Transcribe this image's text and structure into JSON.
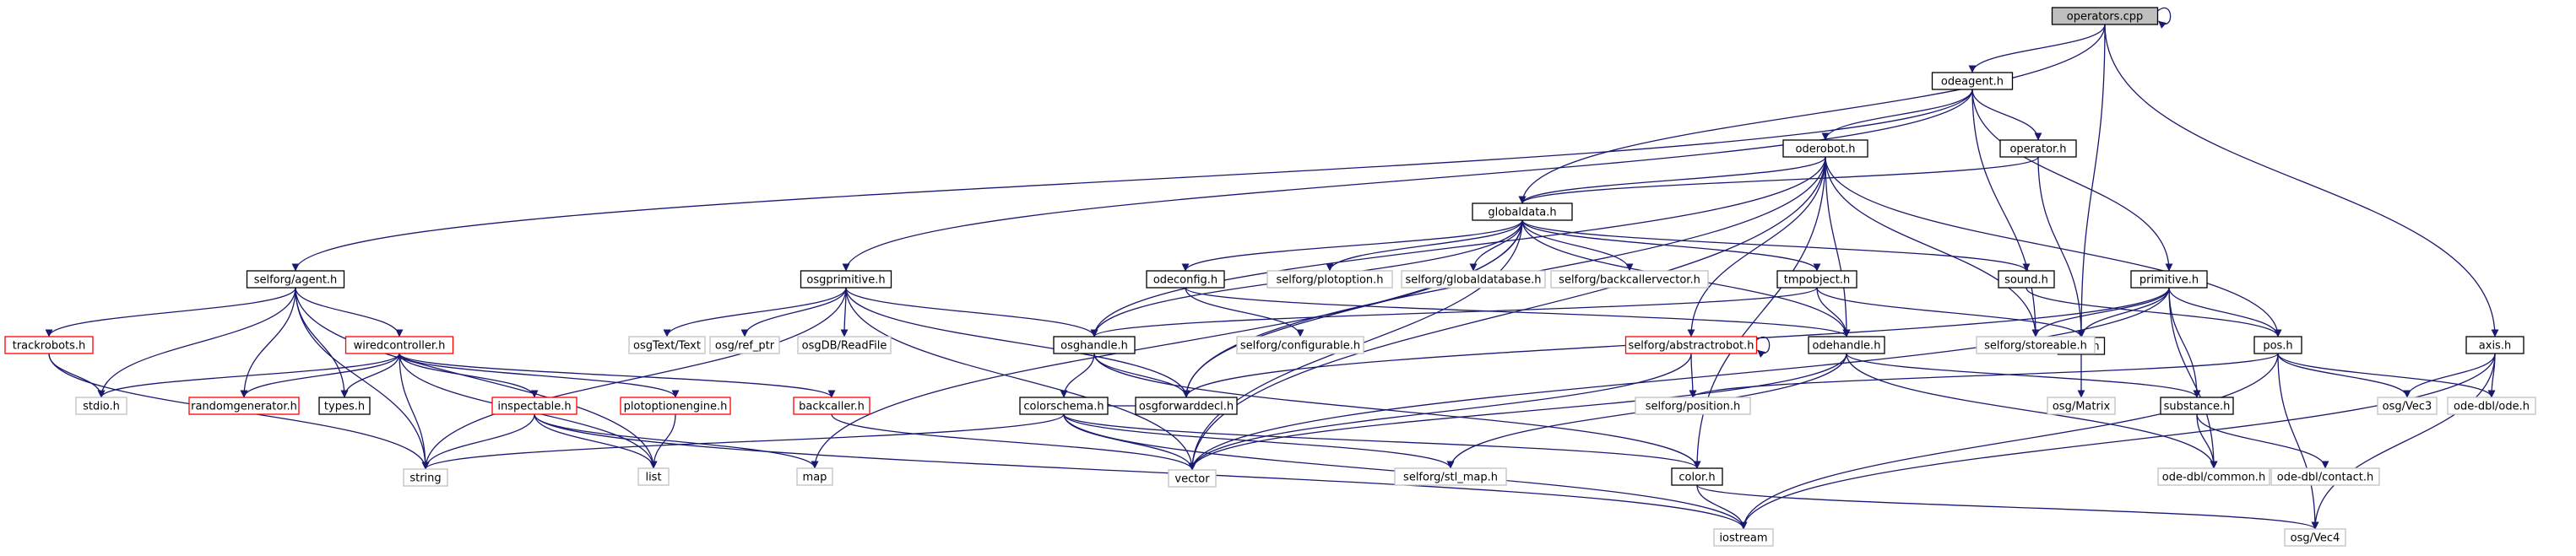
{
  "graph": {
    "nodes": [
      {
        "id": "operators_cpp",
        "label": "operators.cpp",
        "style": "root"
      },
      {
        "id": "odeagent_h",
        "label": "odeagent.h",
        "style": "black"
      },
      {
        "id": "axis_h",
        "label": "axis.h",
        "style": "black"
      },
      {
        "id": "pose_h",
        "label": "pose.h",
        "style": "black"
      },
      {
        "id": "globaldata_h",
        "label": "globaldata.h",
        "style": "black"
      },
      {
        "id": "selforg_agent_h",
        "label": "selforg/agent.h",
        "style": "black"
      },
      {
        "id": "osgprimitive_h",
        "label": "osgprimitive.h",
        "style": "black"
      },
      {
        "id": "oderobot_h",
        "label": "oderobot.h",
        "style": "black"
      },
      {
        "id": "operator_h",
        "label": "operator.h",
        "style": "black"
      },
      {
        "id": "primitive_h",
        "label": "primitive.h",
        "style": "black"
      },
      {
        "id": "selforg_storeable_h",
        "label": "selforg/storeable.h",
        "style": "gray"
      },
      {
        "id": "trackrobots_h",
        "label": "trackrobots.h",
        "style": "red"
      },
      {
        "id": "wiredcontroller_h",
        "label": "wiredcontroller.h",
        "style": "red"
      },
      {
        "id": "stdio_h",
        "label": "stdio.h",
        "style": "gray"
      },
      {
        "id": "randomgenerator_h",
        "label": "randomgenerator.h",
        "style": "red"
      },
      {
        "id": "types_h",
        "label": "types.h",
        "style": "black"
      },
      {
        "id": "string",
        "label": "string",
        "style": "gray"
      },
      {
        "id": "list",
        "label": "list",
        "style": "gray"
      },
      {
        "id": "inspectable_h",
        "label": "inspectable.h",
        "style": "red"
      },
      {
        "id": "plotoptionengine_h",
        "label": "plotoptionengine.h",
        "style": "red"
      },
      {
        "id": "backcaller_h",
        "label": "backcaller.h",
        "style": "red"
      },
      {
        "id": "map",
        "label": "map",
        "style": "gray"
      },
      {
        "id": "vector",
        "label": "vector",
        "style": "gray"
      },
      {
        "id": "iostream",
        "label": "iostream",
        "style": "gray"
      },
      {
        "id": "osgText_Text",
        "label": "osgText/Text",
        "style": "gray"
      },
      {
        "id": "osg_ref_ptr",
        "label": "osg/ref_ptr",
        "style": "gray"
      },
      {
        "id": "osgDB_ReadFile",
        "label": "osgDB/ReadFile",
        "style": "gray"
      },
      {
        "id": "osghandle_h",
        "label": "osghandle.h",
        "style": "black"
      },
      {
        "id": "osgforwarddecl_h",
        "label": "osgforwarddecl.h",
        "style": "black"
      },
      {
        "id": "colorschema_h",
        "label": "colorschema.h",
        "style": "black"
      },
      {
        "id": "color_h",
        "label": "color.h",
        "style": "black"
      },
      {
        "id": "odeconfig_h",
        "label": "odeconfig.h",
        "style": "black"
      },
      {
        "id": "selforg_plotoption_h",
        "label": "selforg/plotoption.h",
        "style": "gray"
      },
      {
        "id": "selforg_globaldatabase_h",
        "label": "selforg/globaldatabase.h",
        "style": "gray"
      },
      {
        "id": "selforg_backcallervector_h",
        "label": "selforg/backcallervector.h",
        "style": "gray"
      },
      {
        "id": "tmpobject_h",
        "label": "tmpobject.h",
        "style": "black"
      },
      {
        "id": "sound_h",
        "label": "sound.h",
        "style": "black"
      },
      {
        "id": "selforg_configurable_h",
        "label": "selforg/configurable.h",
        "style": "gray"
      },
      {
        "id": "selforg_abstractrobot_h",
        "label": "selforg/abstractrobot.h",
        "style": "red"
      },
      {
        "id": "odehandle_h",
        "label": "odehandle.h",
        "style": "black"
      },
      {
        "id": "selforg_position_h",
        "label": "selforg/position.h",
        "style": "gray"
      },
      {
        "id": "selforg_stl_map_h",
        "label": "selforg/stl_map.h",
        "style": "gray"
      },
      {
        "id": "substance_h",
        "label": "substance.h",
        "style": "black"
      },
      {
        "id": "ode_dbl_common_h",
        "label": "ode-dbl/common.h",
        "style": "gray"
      },
      {
        "id": "ode_dbl_contact_h",
        "label": "ode-dbl/contact.h",
        "style": "gray"
      },
      {
        "id": "osg_Matrix",
        "label": "osg/Matrix",
        "style": "gray"
      },
      {
        "id": "pos_h",
        "label": "pos.h",
        "style": "black"
      },
      {
        "id": "osg_Vec3",
        "label": "osg/Vec3",
        "style": "gray"
      },
      {
        "id": "ode_dbl_ode_h",
        "label": "ode-dbl/ode.h",
        "style": "gray"
      },
      {
        "id": "osg_Vec4",
        "label": "osg/Vec4",
        "style": "gray"
      }
    ],
    "edges": [
      [
        "operators_cpp",
        "operators_cpp"
      ],
      [
        "operators_cpp",
        "odeagent_h"
      ],
      [
        "operators_cpp",
        "axis_h"
      ],
      [
        "operators_cpp",
        "pose_h"
      ],
      [
        "operators_cpp",
        "globaldata_h"
      ],
      [
        "odeagent_h",
        "selforg_agent_h"
      ],
      [
        "odeagent_h",
        "osgprimitive_h"
      ],
      [
        "odeagent_h",
        "oderobot_h"
      ],
      [
        "odeagent_h",
        "operator_h"
      ],
      [
        "odeagent_h",
        "primitive_h"
      ],
      [
        "odeagent_h",
        "selforg_storeable_h"
      ],
      [
        "selforg_agent_h",
        "trackrobots_h"
      ],
      [
        "selforg_agent_h",
        "wiredcontroller_h"
      ],
      [
        "selforg_agent_h",
        "stdio_h"
      ],
      [
        "selforg_agent_h",
        "randomgenerator_h"
      ],
      [
        "selforg_agent_h",
        "types_h"
      ],
      [
        "selforg_agent_h",
        "string"
      ],
      [
        "selforg_agent_h",
        "list"
      ],
      [
        "trackrobots_h",
        "stdio_h"
      ],
      [
        "trackrobots_h",
        "string"
      ],
      [
        "wiredcontroller_h",
        "stdio_h"
      ],
      [
        "wiredcontroller_h",
        "randomgenerator_h"
      ],
      [
        "wiredcontroller_h",
        "types_h"
      ],
      [
        "wiredcontroller_h",
        "string"
      ],
      [
        "wiredcontroller_h",
        "list"
      ],
      [
        "wiredcontroller_h",
        "inspectable_h"
      ],
      [
        "wiredcontroller_h",
        "plotoptionengine_h"
      ],
      [
        "wiredcontroller_h",
        "backcaller_h"
      ],
      [
        "inspectable_h",
        "string"
      ],
      [
        "inspectable_h",
        "list"
      ],
      [
        "inspectable_h",
        "map"
      ],
      [
        "inspectable_h",
        "iostream"
      ],
      [
        "plotoptionengine_h",
        "list"
      ],
      [
        "backcaller_h",
        "vector"
      ],
      [
        "osgprimitive_h",
        "string"
      ],
      [
        "osgprimitive_h",
        "osgText_Text"
      ],
      [
        "osgprimitive_h",
        "osg_ref_ptr"
      ],
      [
        "osgprimitive_h",
        "osgDB_ReadFile"
      ],
      [
        "osgprimitive_h",
        "osghandle_h"
      ],
      [
        "osgprimitive_h",
        "osgforwarddecl_h"
      ],
      [
        "osgprimitive_h",
        "vector"
      ],
      [
        "osghandle_h",
        "osgforwarddecl_h"
      ],
      [
        "osghandle_h",
        "colorschema_h"
      ],
      [
        "osghandle_h",
        "color_h"
      ],
      [
        "colorschema_h",
        "osgforwarddecl_h"
      ],
      [
        "colorschema_h",
        "vector"
      ],
      [
        "colorschema_h",
        "selforg_stl_map_h"
      ],
      [
        "colorschema_h",
        "color_h"
      ],
      [
        "colorschema_h",
        "iostream"
      ],
      [
        "colorschema_h",
        "string"
      ],
      [
        "color_h",
        "iostream"
      ],
      [
        "color_h",
        "osg_Vec4"
      ],
      [
        "oderobot_h",
        "globaldata_h"
      ],
      [
        "oderobot_h",
        "osghandle_h"
      ],
      [
        "oderobot_h",
        "vector"
      ],
      [
        "oderobot_h",
        "selforg_abstractrobot_h"
      ],
      [
        "oderobot_h",
        "odehandle_h"
      ],
      [
        "oderobot_h",
        "color_h"
      ],
      [
        "oderobot_h",
        "selforg_storeable_h"
      ],
      [
        "oderobot_h",
        "pos_h"
      ],
      [
        "oderobot_h",
        "osgforwarddecl_h"
      ],
      [
        "operator_h",
        "globaldata_h"
      ],
      [
        "operator_h",
        "pose_h"
      ],
      [
        "globaldata_h",
        "map"
      ],
      [
        "globaldata_h",
        "odeconfig_h"
      ],
      [
        "globaldata_h",
        "selforg_plotoption_h"
      ],
      [
        "globaldata_h",
        "selforg_globaldatabase_h"
      ],
      [
        "globaldata_h",
        "selforg_backcallervector_h"
      ],
      [
        "globaldata_h",
        "tmpobject_h"
      ],
      [
        "globaldata_h",
        "sound_h"
      ],
      [
        "globaldata_h",
        "odehandle_h"
      ],
      [
        "globaldata_h",
        "osghandle_h"
      ],
      [
        "globaldata_h",
        "vector"
      ],
      [
        "globaldata_h",
        "osgforwarddecl_h"
      ],
      [
        "odeconfig_h",
        "selforg_configurable_h"
      ],
      [
        "odeconfig_h",
        "odehandle_h"
      ],
      [
        "tmpobject_h",
        "osghandle_h"
      ],
      [
        "tmpobject_h",
        "odehandle_h"
      ],
      [
        "tmpobject_h",
        "pose_h"
      ],
      [
        "sound_h",
        "pos_h"
      ],
      [
        "selforg_abstractrobot_h",
        "selforg_abstractrobot_h"
      ],
      [
        "selforg_abstractrobot_h",
        "selforg_position_h"
      ],
      [
        "selforg_abstractrobot_h",
        "vector"
      ],
      [
        "odehandle_h",
        "vector"
      ],
      [
        "odehandle_h",
        "selforg_stl_map_h"
      ],
      [
        "odehandle_h",
        "substance_h"
      ],
      [
        "odehandle_h",
        "ode_dbl_common_h"
      ],
      [
        "primitive_h",
        "osgforwarddecl_h"
      ],
      [
        "primitive_h",
        "selforg_storeable_h"
      ],
      [
        "primitive_h",
        "pose_h"
      ],
      [
        "primitive_h",
        "pos_h"
      ],
      [
        "primitive_h",
        "substance_h"
      ],
      [
        "primitive_h",
        "ode_dbl_common_h"
      ],
      [
        "primitive_h",
        "vector"
      ],
      [
        "substance_h",
        "ode_dbl_common_h"
      ],
      [
        "substance_h",
        "ode_dbl_contact_h"
      ],
      [
        "pose_h",
        "osg_Matrix"
      ],
      [
        "pos_h",
        "selforg_position_h"
      ],
      [
        "pos_h",
        "osg_Vec3"
      ],
      [
        "pos_h",
        "ode_dbl_ode_h"
      ],
      [
        "pos_h",
        "iostream"
      ],
      [
        "pos_h",
        "osg_Vec4"
      ],
      [
        "axis_h",
        "osg_Vec3"
      ],
      [
        "axis_h",
        "ode_dbl_ode_h"
      ],
      [
        "axis_h",
        "osg_Vec4"
      ],
      [
        "axis_h",
        "iostream"
      ]
    ]
  }
}
